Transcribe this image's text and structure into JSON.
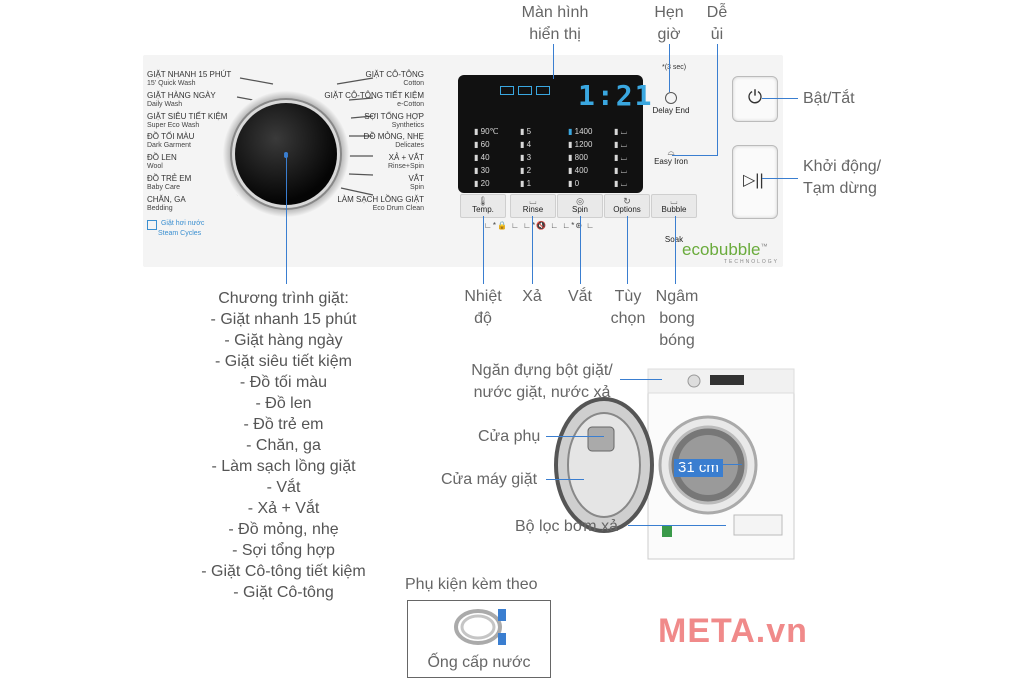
{
  "panel": {
    "programs_left": [
      {
        "vi": "GIẶT NHANH 15 PHÚT",
        "en": "15' Quick Wash"
      },
      {
        "vi": "GIẶT HÀNG NGÀY",
        "en": "Daily Wash"
      },
      {
        "vi": "GIẶT SIÊU TIẾT KIỆM",
        "en": "Super Eco Wash"
      },
      {
        "vi": "ĐỒ TỐI MÀU",
        "en": "Dark Garment"
      },
      {
        "vi": "ĐỒ LEN",
        "en": "Wool"
      },
      {
        "vi": "ĐỒ TRẺ EM",
        "en": "Baby Care"
      },
      {
        "vi": "CHĂN, GA",
        "en": "Bedding"
      }
    ],
    "programs_right": [
      {
        "vi": "GIẶT CÔ-TÔNG",
        "en": "Cotton"
      },
      {
        "vi": "GIẶT CÔ-TÔNG TIẾT KIỆM",
        "en": "e-Cotton"
      },
      {
        "vi": "SỢI TỔNG HỢP",
        "en": "Synthetics"
      },
      {
        "vi": "ĐỒ MỎNG, NHẸ",
        "en": "Delicates"
      },
      {
        "vi": "XẢ + VẮT",
        "en": "Rinse+Spin"
      },
      {
        "vi": "VẮT",
        "en": "Spin"
      },
      {
        "vi": "LÀM SẠCH LỒNG GIẶT",
        "en": "Eco Drum Clean"
      }
    ],
    "steam_vi": "Giặt hơi nước",
    "steam_en": "Steam Cycles",
    "display_time": "1:21",
    "temps": [
      "90℃",
      "60",
      "40",
      "30",
      "20"
    ],
    "rinses": [
      "5",
      "4",
      "3",
      "2",
      "1"
    ],
    "spins": [
      "1400",
      "1200",
      "800",
      "400",
      "0"
    ],
    "buttons": [
      "Temp.",
      "Rinse",
      "Spin",
      "Options",
      "Bubble Soak"
    ],
    "delay_sec": "*(3 sec)",
    "delay_end": "Delay End",
    "easy_iron": "Easy Iron",
    "ecobubble": "ecobubble",
    "tm": "™",
    "technology": "TECHNOLOGY"
  },
  "labels": {
    "display": [
      "Màn hình",
      "hiển thị"
    ],
    "timer": [
      "Hẹn",
      "giờ"
    ],
    "iron": [
      "Dễ",
      "ủi"
    ],
    "power": "Bật/Tắt",
    "start": [
      "Khởi động/",
      "Tạm dừng"
    ],
    "temp": [
      "Nhiệt",
      "độ"
    ],
    "rinse": "Xả",
    "spin": "Vắt",
    "options": [
      "Tùy",
      "chọn"
    ],
    "soak": [
      "Ngâm",
      "bong",
      "bóng"
    ],
    "programs_title": "Chương trình giặt:",
    "programs": [
      "- Giặt nhanh 15 phút",
      "- Giặt hàng ngày",
      "- Giặt siêu tiết kiệm",
      "- Đồ tối màu",
      "- Đồ len",
      "- Đồ trẻ em",
      "- Chăn, ga",
      "- Làm sạch lồng giặt",
      "- Vắt",
      "- Xả + Vắt",
      "- Đồ mỏng, nhẹ",
      "- Sợi tổng hợp",
      "- Giặt Cô-tông tiết kiệm",
      "- Giặt Cô-tông"
    ],
    "detergent": [
      "Ngăn đựng bột giặt/",
      "nước giặt, nước xả"
    ],
    "small_door": "Cửa phụ",
    "door": "Cửa máy giặt",
    "drum_size": "31 cm",
    "filter": "Bộ lọc bơm xả",
    "accessory_title": "Phụ kiện kèm theo",
    "hose": "Ống cấp nước",
    "watermark": "META.vn"
  },
  "colors": {
    "accent": "#3a7ed0",
    "lcd_blue": "#3aa7e0",
    "watermark": "#f08a8a",
    "eco_green": "#6aab3c",
    "eco_blue": "#3a8fd0"
  }
}
